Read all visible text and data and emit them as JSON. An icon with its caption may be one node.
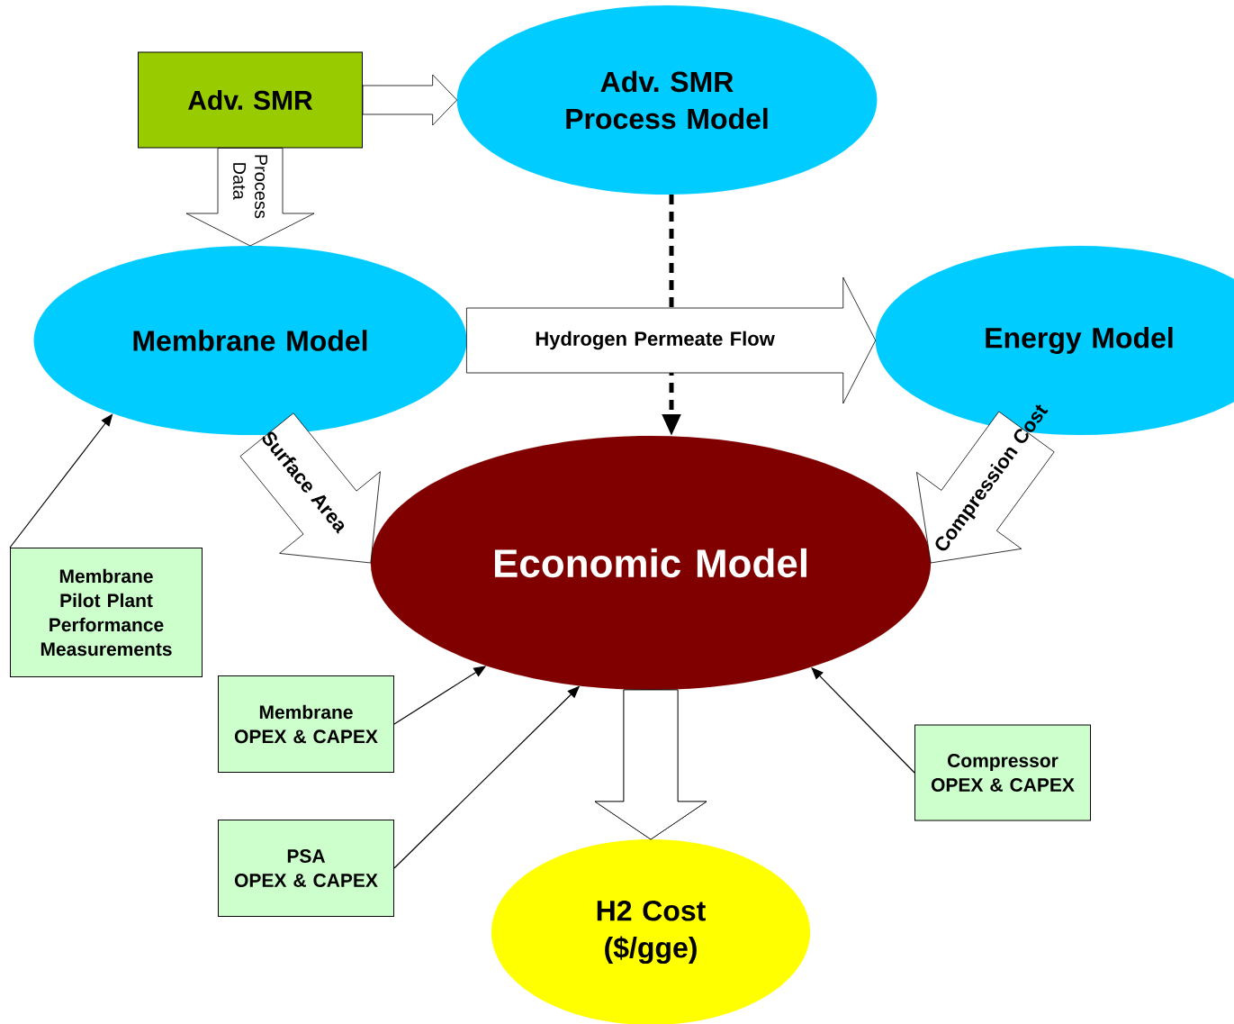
{
  "diagram": {
    "nodes": [
      {
        "text": [
          "Adv. SMR"
        ]
      },
      {
        "text": [
          "Adv. SMR Process Model"
        ]
      },
      {
        "text": [
          "Membrane Model"
        ]
      },
      {
        "text": [
          "Energy Model"
        ]
      },
      {
        "text": [
          "Economic Model"
        ]
      },
      {
        "text": [
          "Membrane Pilot Plant Performance Measurements"
        ]
      },
      {
        "text": [
          "Membrane",
          "OPEX & CAPEX"
        ]
      },
      {
        "text": [
          "PSA",
          "OPEX & CAPEX"
        ]
      },
      {
        "text": [
          "Compressor",
          "OPEX & CAPEX"
        ]
      },
      {
        "text": [
          "H2 Cost ($/gge)"
        ]
      }
    ],
    "edges": [
      {
        "from": 0,
        "to": 1,
        "arrow": "to",
        "style": "thick"
      },
      {
        "from": 0,
        "to": 2,
        "arrow": "to",
        "style": "thick",
        "label": "Process Data"
      },
      {
        "from": 1,
        "to": 4,
        "arrow": "to",
        "style": "dashed"
      },
      {
        "from": 2,
        "to": 3,
        "arrow": "to",
        "style": "thick",
        "label": "Hydrogen Permeate Flow"
      },
      {
        "from": 2,
        "to": 4,
        "arrow": "to",
        "style": "thick",
        "label": "Surface Area"
      },
      {
        "from": 3,
        "to": 4,
        "arrow": "to",
        "style": "thick",
        "label": "Compression Cost"
      },
      {
        "from": 4,
        "to": 9,
        "arrow": "to",
        "style": "thick"
      },
      {
        "from": 5,
        "to": 2,
        "arrow": "to"
      },
      {
        "from": 6,
        "to": 4,
        "arrow": "to"
      },
      {
        "from": 7,
        "to": 4,
        "arrow": "to"
      },
      {
        "from": 8,
        "to": 4,
        "arrow": "to"
      }
    ]
  }
}
